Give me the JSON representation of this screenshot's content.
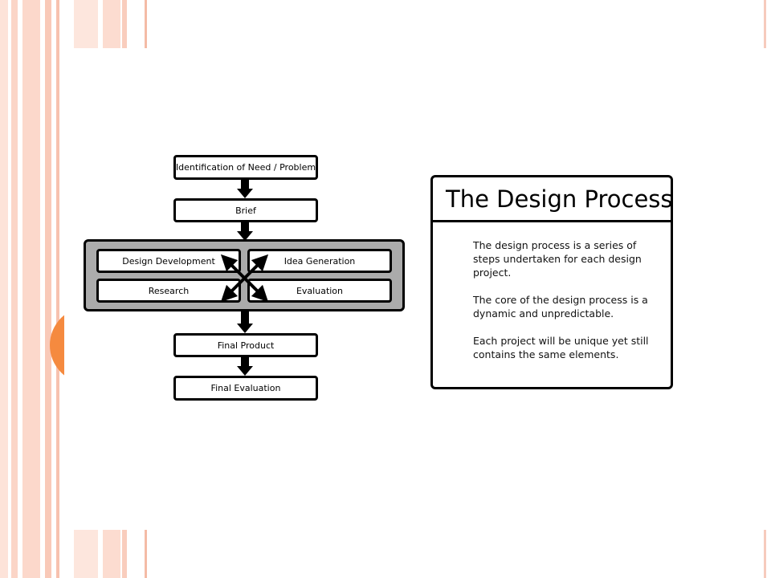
{
  "diagram": {
    "steps": {
      "identification": "Identification of Need / Problem",
      "brief": "Brief",
      "design_development": "Design Development",
      "idea_generation": "Idea Generation",
      "research": "Research",
      "evaluation": "Evaluation",
      "final_product": "Final Product",
      "final_evaluation": "Final Evaluation"
    }
  },
  "card": {
    "title": "The Design Process",
    "paragraphs": [
      "The design process is a series of steps undertaken for each design project.",
      "The core of the design process is a dynamic and unpredictable.",
      "Each project will be unique yet still contains the same elements."
    ]
  },
  "colors": {
    "accent_orange": "#f58a3f",
    "stripe_peach": "#f6cbbd",
    "core_gray": "#ababab"
  }
}
